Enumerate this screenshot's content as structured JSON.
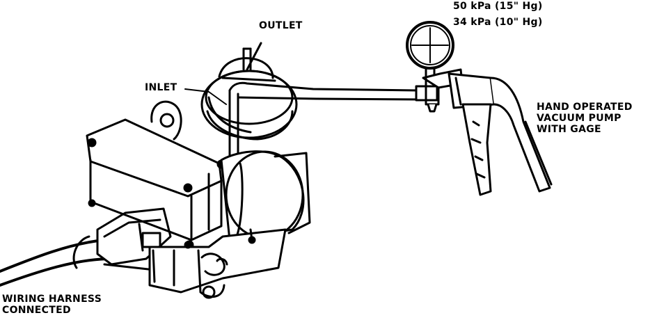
{
  "labels": {
    "outlet": "OUTLET",
    "inlet": "INLET",
    "gauge_reading_1": "50 kPa (15\" Hg)",
    "gauge_reading_2": "34 kPa (10\" Hg)",
    "pump_line_1": "HAND OPERATED",
    "pump_line_2": "VACUUM PUMP",
    "pump_line_3": "WITH GAGE",
    "harness_line_1": "WIRING HARNESS",
    "harness_line_2": "CONNECTED"
  },
  "colors": {
    "ink": "#000000",
    "paper": "#ffffff"
  }
}
